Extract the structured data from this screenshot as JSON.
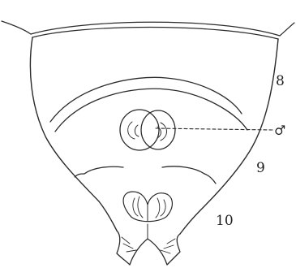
{
  "labels": {
    "segment_8": "8",
    "male_sign": "♂",
    "segment_9": "9",
    "segment_10": "10"
  },
  "colors": {
    "ink": "#2b2b2b",
    "background": "#ffffff"
  }
}
